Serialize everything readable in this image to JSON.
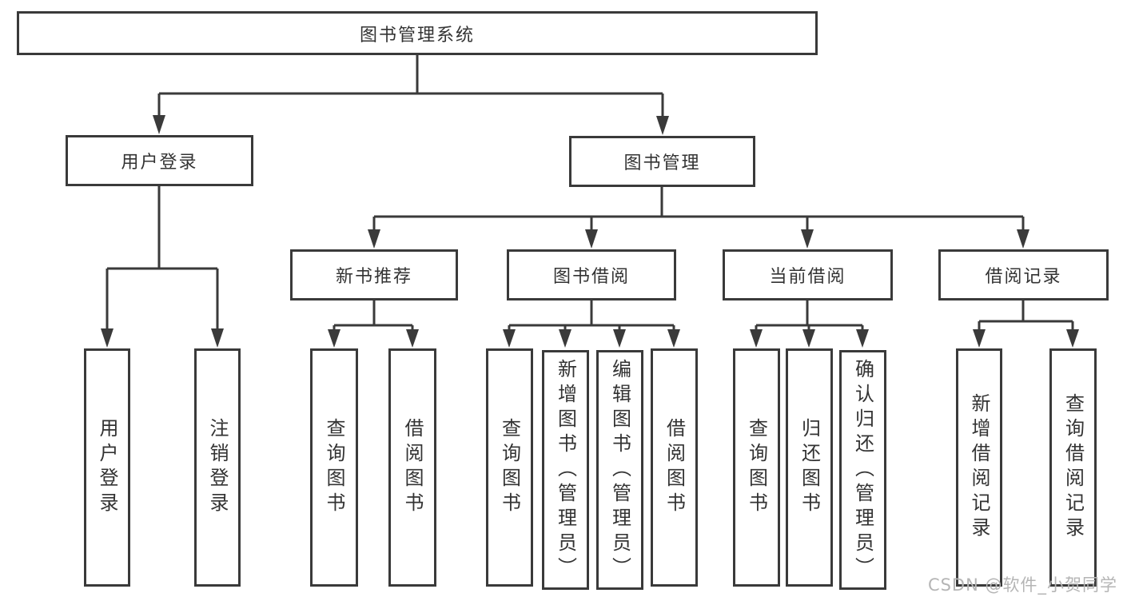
{
  "diagram": {
    "root": {
      "label": "图书管理系统"
    },
    "branches": [
      {
        "label": "用户登录",
        "children": [
          {
            "label": "用户登录"
          },
          {
            "label": "注销登录"
          }
        ]
      },
      {
        "label": "图书管理",
        "children": [
          {
            "label": "新书推荐",
            "children": [
              {
                "label": "查询图书"
              },
              {
                "label": "借阅图书"
              }
            ]
          },
          {
            "label": "图书借阅",
            "children": [
              {
                "label": "查询图书"
              },
              {
                "label": "新增图书（管理员）"
              },
              {
                "label": "编辑图书（管理员）"
              },
              {
                "label": "借阅图书"
              }
            ]
          },
          {
            "label": "当前借阅",
            "children": [
              {
                "label": "查询图书"
              },
              {
                "label": "归还图书"
              },
              {
                "label": "确认归还（管理员）"
              }
            ]
          },
          {
            "label": "借阅记录",
            "children": [
              {
                "label": "新增借阅记录"
              },
              {
                "label": "查询借阅记录"
              }
            ]
          }
        ]
      }
    ]
  },
  "watermark": {
    "text": "CSDN @软件_小贺同学"
  },
  "colors": {
    "line": "#3a3a3a",
    "box_border": "#3a3a3a",
    "text": "#333333",
    "watermark": "#b5b5b5",
    "background": "#ffffff"
  }
}
